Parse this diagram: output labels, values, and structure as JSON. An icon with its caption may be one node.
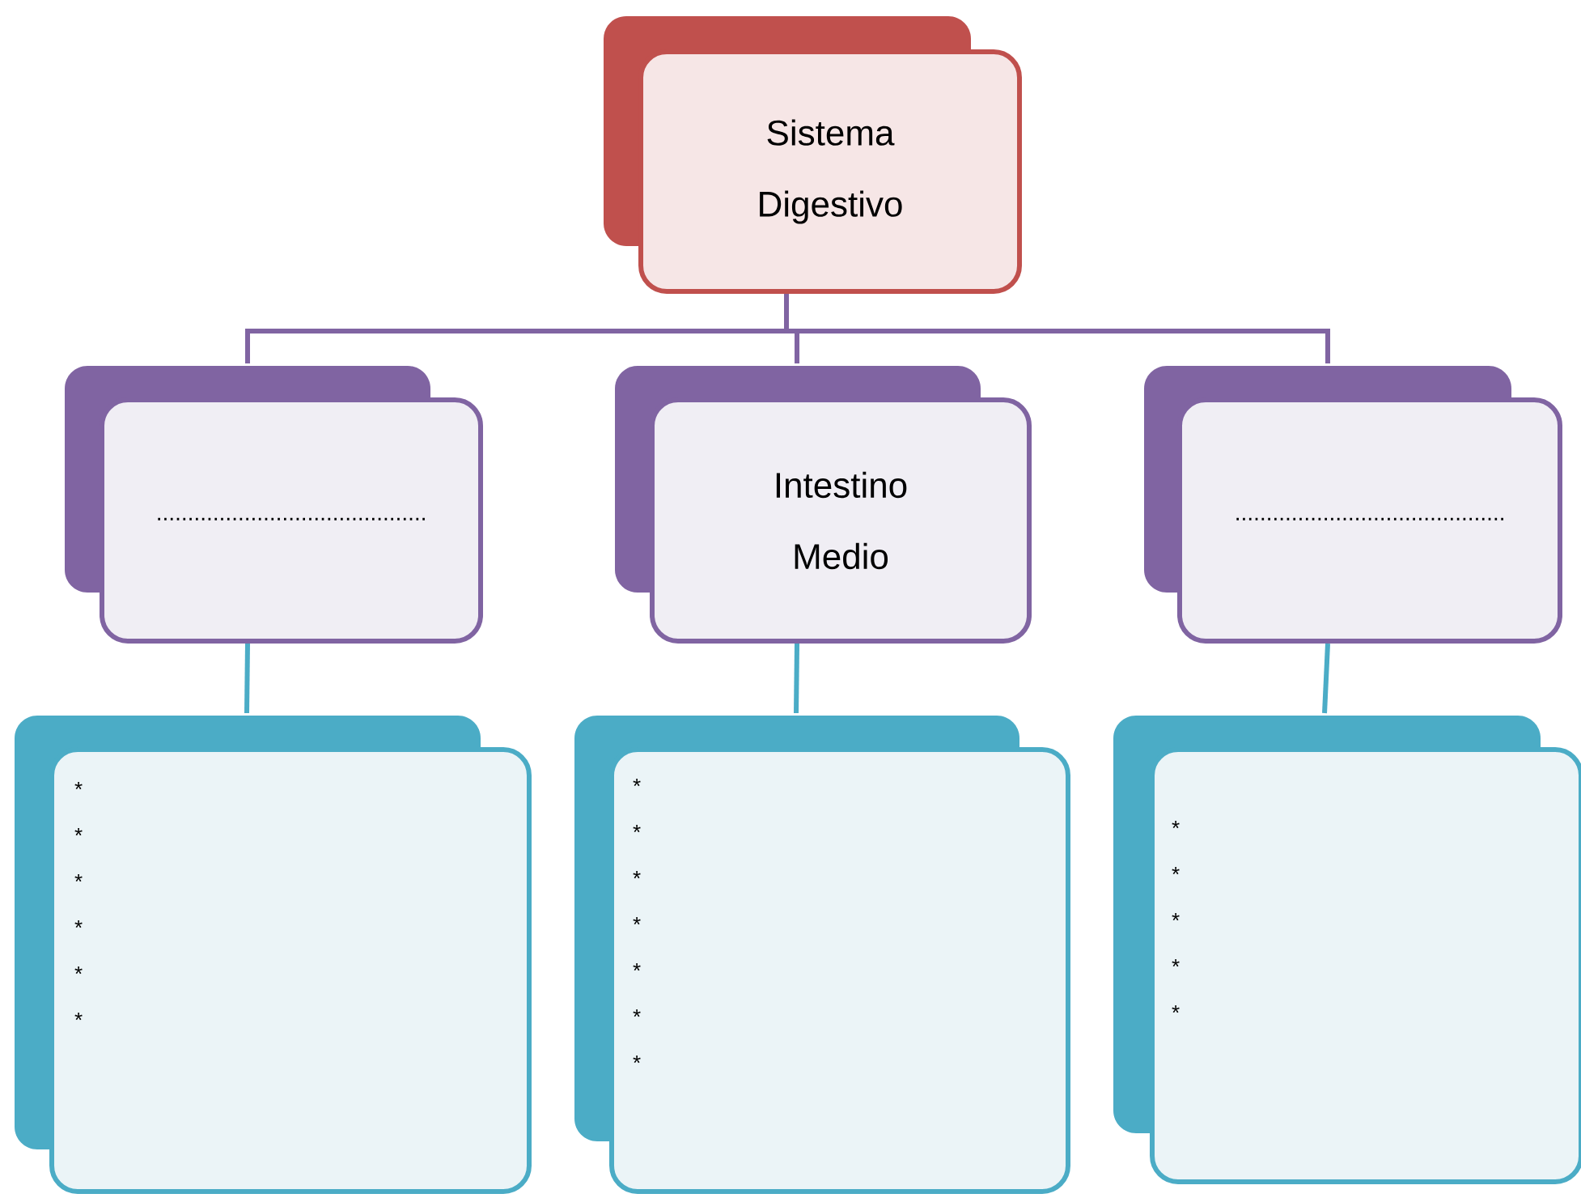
{
  "diagram": {
    "nodes": [
      {
        "text": [
          "Sistema Digestivo"
        ]
      },
      {
        "text": [
          "..........................................."
        ]
      },
      {
        "text": [
          "Intestino Medio"
        ]
      },
      {
        "text": [
          "..........................................."
        ]
      },
      {
        "text": [
          "* * * * * *"
        ]
      },
      {
        "text": [
          "* * * * * * *"
        ]
      },
      {
        "text": [
          "* * * * *"
        ]
      }
    ],
    "edges": [
      {
        "from": 0,
        "to": 1,
        "arrow": "none",
        "color": "#8064a2"
      },
      {
        "from": 0,
        "to": 2,
        "arrow": "none",
        "color": "#8064a2"
      },
      {
        "from": 0,
        "to": 3,
        "arrow": "none",
        "color": "#8064a2"
      },
      {
        "from": 1,
        "to": 4,
        "arrow": "none",
        "color": "#4bacc6"
      },
      {
        "from": 2,
        "to": 5,
        "arrow": "none",
        "color": "#4bacc6"
      },
      {
        "from": 3,
        "to": 6,
        "arrow": "none",
        "color": "#4bacc6"
      }
    ]
  }
}
